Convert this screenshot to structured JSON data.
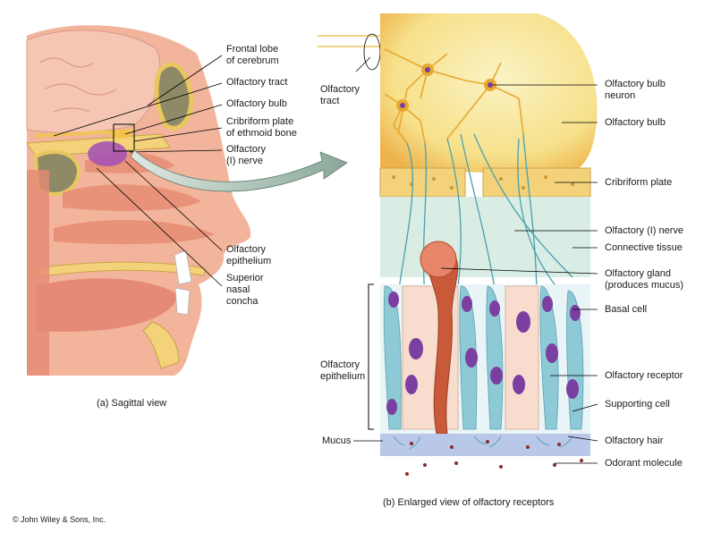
{
  "left_panel": {
    "caption": "(a) Sagittal view",
    "labels": {
      "frontal_lobe": [
        "Frontal lobe",
        "of cerebrum"
      ],
      "olfactory_tract": [
        "Olfactory tract"
      ],
      "olfactory_bulb": [
        "Olfactory bulb"
      ],
      "cribriform_plate": [
        "Cribriform plate",
        "of ethmoid bone"
      ],
      "olfactory_nerve": [
        "Olfactory",
        "(I) nerve"
      ],
      "olfactory_epithelium": [
        "Olfactory",
        "epithelium"
      ],
      "superior_concha": [
        "Superior",
        "nasal",
        "concha"
      ]
    }
  },
  "right_panel": {
    "caption": "(b) Enlarged view of olfactory receptors",
    "left_labels": {
      "olfactory_tract": [
        "Olfactory",
        "tract"
      ],
      "olfactory_epithelium": [
        "Olfactory",
        "epithelium"
      ],
      "mucus": [
        "Mucus"
      ]
    },
    "right_labels": {
      "bulb_neuron": [
        "Olfactory bulb",
        "neuron"
      ],
      "olfactory_bulb": [
        "Olfactory bulb"
      ],
      "cribriform_plate": [
        "Cribriform plate"
      ],
      "olfactory_nerve": [
        "Olfactory (I) nerve"
      ],
      "connective_tissue": [
        "Connective tissue"
      ],
      "olfactory_gland": [
        "Olfactory gland",
        "(produces mucus)"
      ],
      "basal_cell": [
        "Basal cell"
      ],
      "olfactory_receptor": [
        "Olfactory receptor"
      ],
      "supporting_cell": [
        "Supporting cell"
      ],
      "olfactory_hair": [
        "Olfactory hair"
      ],
      "odorant_molecule": [
        "Odorant molecule"
      ]
    }
  },
  "copyright": "© John Wiley & Sons, Inc.",
  "colors": {
    "skin": "#f2b49a",
    "brain": "#f6c6b4",
    "bone": "#f3d27a",
    "bulb": "#f7e89a",
    "nerve": "#4a9fae",
    "neuron": "#e8a830",
    "nucleus": "#7a3fa0",
    "epithelium": "#8ec9d6",
    "mucus": "#b9c7e8",
    "connective": "#d9ede4"
  }
}
